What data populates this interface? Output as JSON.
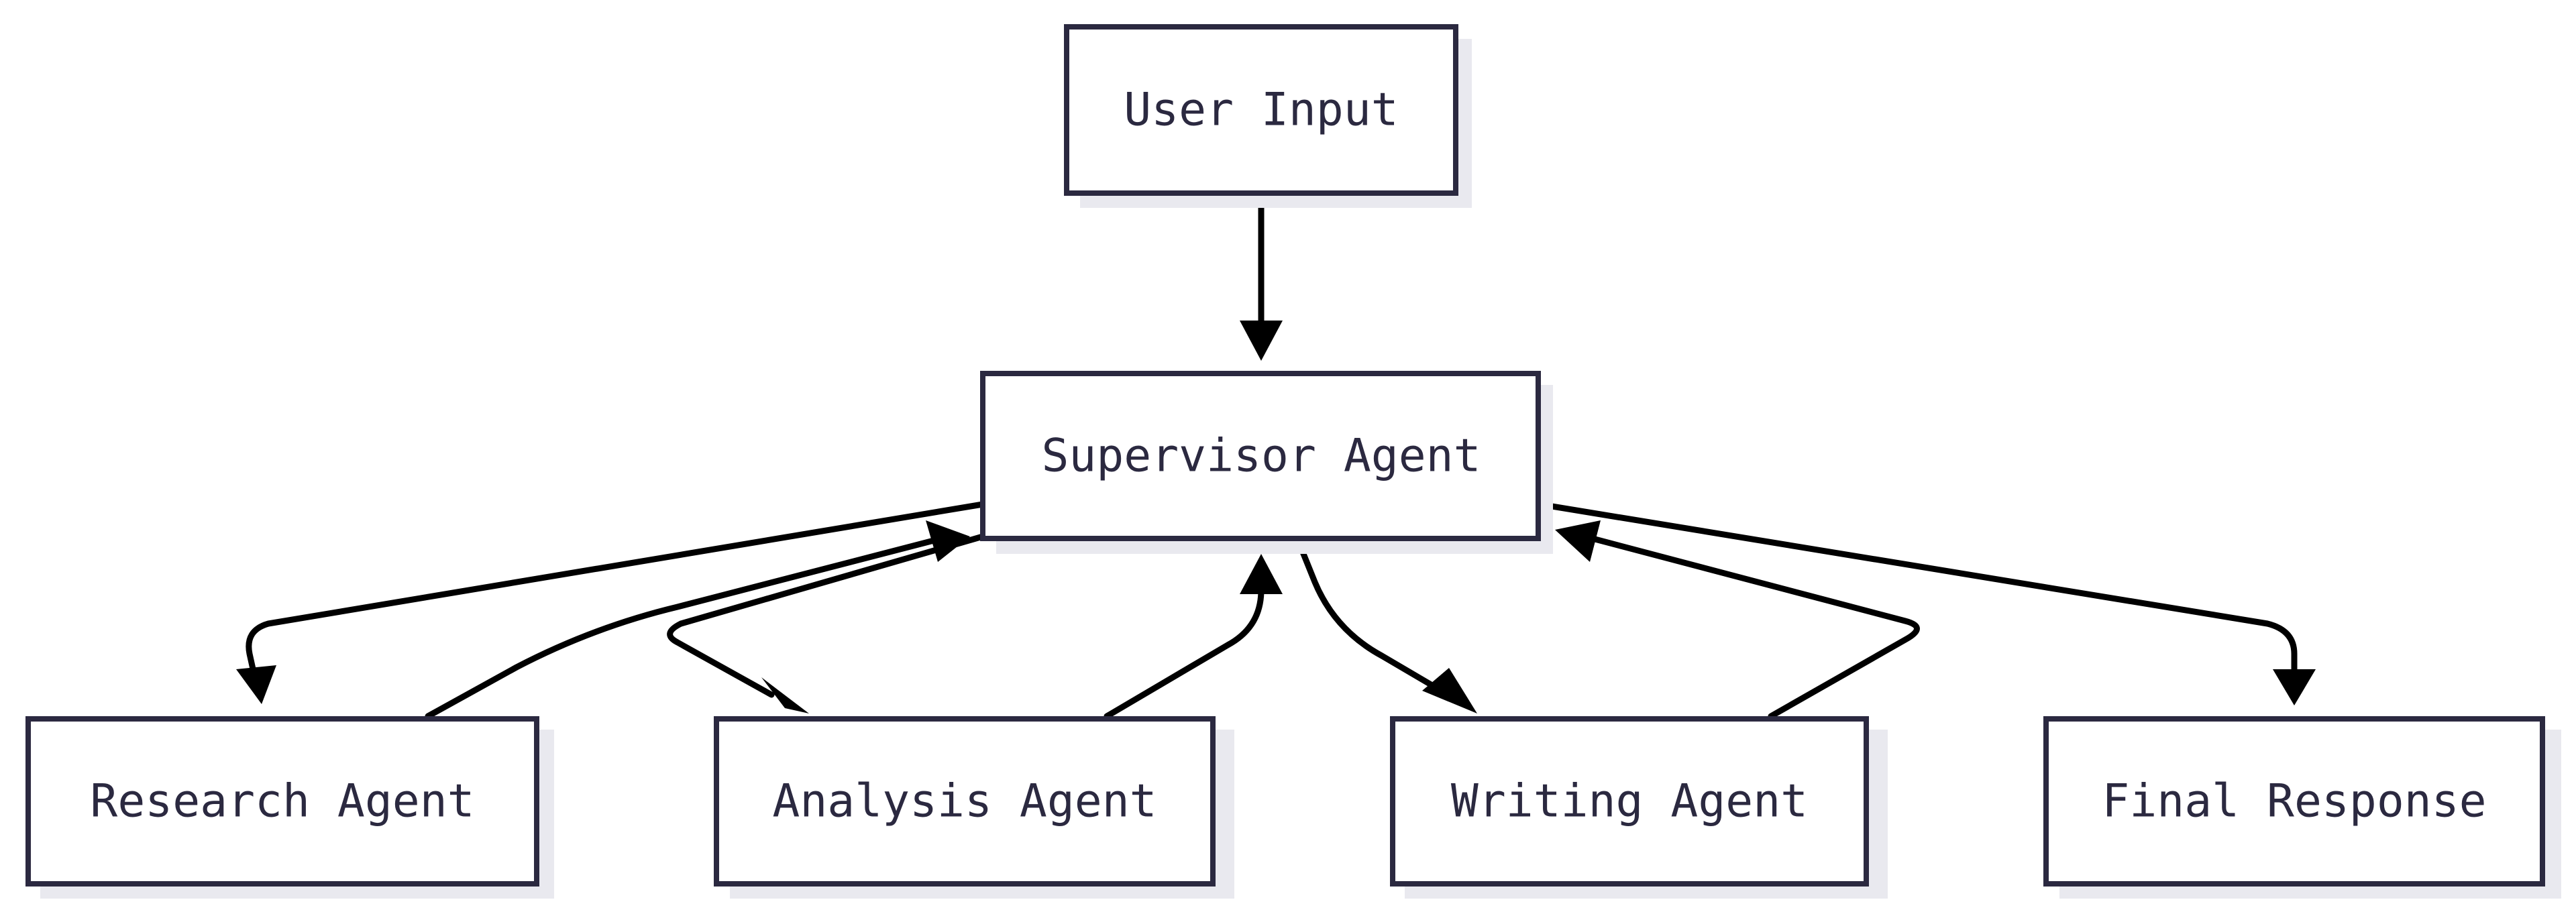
{
  "diagram": {
    "type": "flowchart",
    "nodes": {
      "user_input": "User Input",
      "supervisor": "Supervisor Agent",
      "research": "Research Agent",
      "analysis": "Analysis Agent",
      "writing": "Writing Agent",
      "final": "Final Response"
    },
    "edges": [
      {
        "from": "User Input",
        "to": "Supervisor Agent"
      },
      {
        "from": "Supervisor Agent",
        "to": "Research Agent"
      },
      {
        "from": "Research Agent",
        "to": "Supervisor Agent"
      },
      {
        "from": "Supervisor Agent",
        "to": "Analysis Agent"
      },
      {
        "from": "Analysis Agent",
        "to": "Supervisor Agent"
      },
      {
        "from": "Supervisor Agent",
        "to": "Writing Agent"
      },
      {
        "from": "Writing Agent",
        "to": "Supervisor Agent"
      },
      {
        "from": "Supervisor Agent",
        "to": "Final Response"
      }
    ]
  },
  "colors": {
    "node_border": "#2b2940",
    "node_text": "#2b2940",
    "edge": "#000000",
    "shadow": "#e9e9ef"
  }
}
